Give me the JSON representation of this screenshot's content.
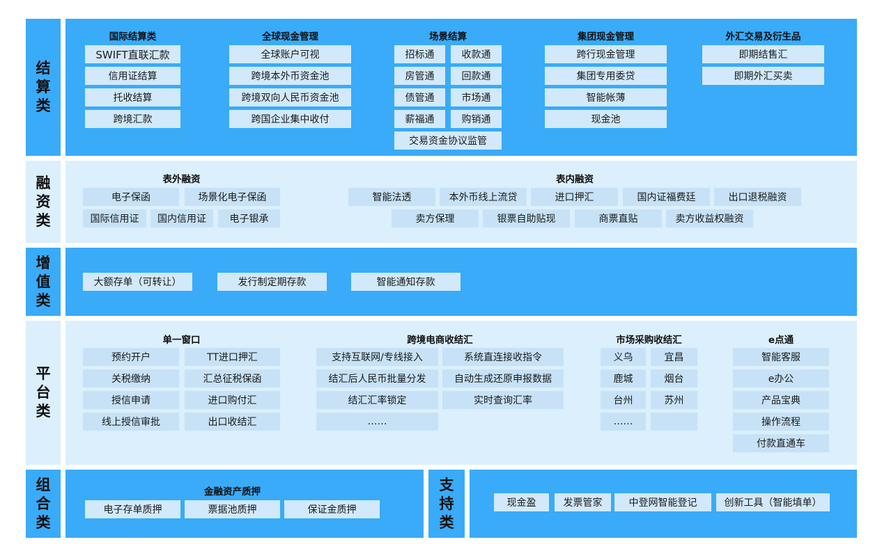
{
  "rows": {
    "settlement": {
      "label": [
        "结",
        "算",
        "类"
      ],
      "groups": {
        "intl": {
          "title": "国际结算类",
          "items": [
            "SWIFT直联汇款",
            "信用证结算",
            "托收结算",
            "跨境汇款"
          ]
        },
        "global_cash": {
          "title": "全球现金管理",
          "items": [
            "全球账户可视",
            "跨境本外币资金池",
            "跨境双向人民币资金池",
            "跨国企业集中收付"
          ]
        },
        "scene": {
          "title": "场景结算",
          "items": [
            "招标通",
            "收款通",
            "房管通",
            "回款通",
            "债管通",
            "市场通",
            "薪福通",
            "购销通",
            "交易资金协议监管"
          ]
        },
        "group_cash": {
          "title": "集团现金管理",
          "items": [
            "跨行现金管理",
            "集团专用委贷",
            "智能帐薄",
            "现金池"
          ]
        },
        "fx": {
          "title": "外汇交易及衍生品",
          "items": [
            "即期结售汇",
            "即期外汇买卖"
          ]
        }
      }
    },
    "financing": {
      "label": [
        "融",
        "资",
        "类"
      ],
      "groups": {
        "off_balance": {
          "title": "表外融资",
          "items": [
            "电子保函",
            "场景化电子保函",
            "国际信用证",
            "国内信用证",
            "电子银承"
          ]
        },
        "on_balance": {
          "title": "表内融资",
          "items": [
            "智能法透",
            "本外币线上流贷",
            "进口押汇",
            "国内证福费廷",
            "出口退税融资",
            "卖方保理",
            "银票自助贴现",
            "商票直贴",
            "卖方收益权融资"
          ]
        }
      }
    },
    "value_added": {
      "label": [
        "增",
        "值",
        "类"
      ],
      "items": [
        "大额存单（可转让）",
        "发行制定期存款",
        "智能通知存款"
      ]
    },
    "platform": {
      "label": [
        "平",
        "台",
        "类"
      ],
      "groups": {
        "single_window": {
          "title": "单一窗口",
          "items": [
            "预约开户",
            "TT进口押汇",
            "关税缴纳",
            "汇总征税保函",
            "授信申请",
            "进口购付汇",
            "线上授信审批",
            "出口收结汇"
          ]
        },
        "ecommerce": {
          "title": "跨境电商收结汇",
          "items": [
            "支持互联网/专线接入",
            "系统直连接收指令",
            "结汇后人民币批量分发",
            "自动生成还原申报数据",
            "结汇汇率锁定",
            "实时查询汇率",
            "……"
          ]
        },
        "market": {
          "title": "市场采购收结汇",
          "items": [
            "义乌",
            "宜昌",
            "鹿城",
            "烟台",
            "台州",
            "苏州",
            "……",
            ""
          ]
        },
        "e_point": {
          "title": "e点通",
          "items": [
            "智能客服",
            "e办公",
            "产品宝典",
            "操作流程",
            "付款直通车"
          ]
        }
      }
    },
    "combination": {
      "label": [
        "组",
        "合",
        "类"
      ],
      "group": {
        "title": "金融资产质押",
        "items": [
          "电子存单质押",
          "票据池质押",
          "保证金质押"
        ]
      }
    },
    "support": {
      "label": [
        "支",
        "持",
        "类"
      ],
      "items": [
        "现金盈",
        "发票管家",
        "中登网智能登记",
        "创新工具（智能填单）"
      ]
    }
  },
  "colors": {
    "band_dark": "#3aabf8",
    "band_light": "#dbeffc",
    "cell_dark": "#d2e9fb",
    "cell_light": "#c7e2f7"
  }
}
